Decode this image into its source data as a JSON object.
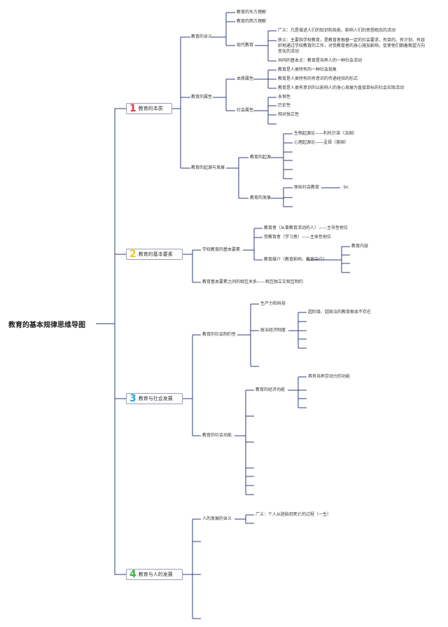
{
  "root": "教育的基本规律思维导图",
  "colors": {
    "line": "#2f3d7a",
    "c1": "#e8334a",
    "c2": "#f3c21f",
    "c3": "#2aa4e0",
    "c4": "#3bb44a"
  },
  "branches": [
    {
      "num": "1",
      "label": "教育的本质"
    },
    {
      "num": "2",
      "label": "教育的基本要素"
    },
    {
      "num": "3",
      "label": "教育与社会发展"
    },
    {
      "num": "4",
      "label": "教育与人的发展"
    }
  ],
  "b1": {
    "meaning": "教育的含义",
    "meaning_east": "教育的东方理解",
    "meaning_west": "教育的西方理解",
    "modern": "现代教育",
    "broad": "广义：凡是增进人们的知识和技能，影响人们的思想观念的活动",
    "narrow": "狭义：主要指学校教育，是教育者根据一定的社会要求，有目的、有计划、有组织地通过学校教育的工作，对受教育者的身心施加影响，促使他们朝着期望方向变化的活动",
    "common": "共同的基本点：教育是培养人的一种社会活动",
    "attr": "教育的属性",
    "essence": "本质属性",
    "ess1": "教育是人类特有的一种社会现象",
    "ess2": "教育是人类特有的有意识的传递经验的形式",
    "ess3": "教育是人类有意识的以影响人的身心发展为直接目标的社会实践活动",
    "social": "社会属性",
    "soc1": "永恒性",
    "soc2": "历史性",
    "soc3": "相对独立性",
    "origin_dev": "教育的起源与发展",
    "origin": "教育的起源",
    "orig1": "生物起源论——利托尔诺（法国）",
    "orig2": "心理起源论——孟禄（美国）",
    "develop": "教育的发展",
    "primitive": "原始社会教育",
    "bc": "bc"
  },
  "b2": {
    "school": "学校教育的基本要素",
    "educator": "教育者（从事教育活动的人）——主导性地位",
    "learner": "受教育者（学习者）——主体性地位",
    "media": "教育媒介（教育影响、教育中介）",
    "content": "教育内容",
    "relation": "教育基本要素之间的相互关系——相互独立又相互制约"
  },
  "b3": {
    "restrict": "教育的社会制约性",
    "productivity": "生产力和科技",
    "politics": "政治经济制度",
    "poli1": "超阶级、超政治的教育根本不存在",
    "function": "教育的社会功能",
    "economic": "教育的经济功能",
    "eco1": "具有培养劳动力的功能"
  },
  "b4": {
    "meaning": "人的发展的含义",
    "broad": "广义：个人从胚胎到死亡的过程（一生）"
  }
}
